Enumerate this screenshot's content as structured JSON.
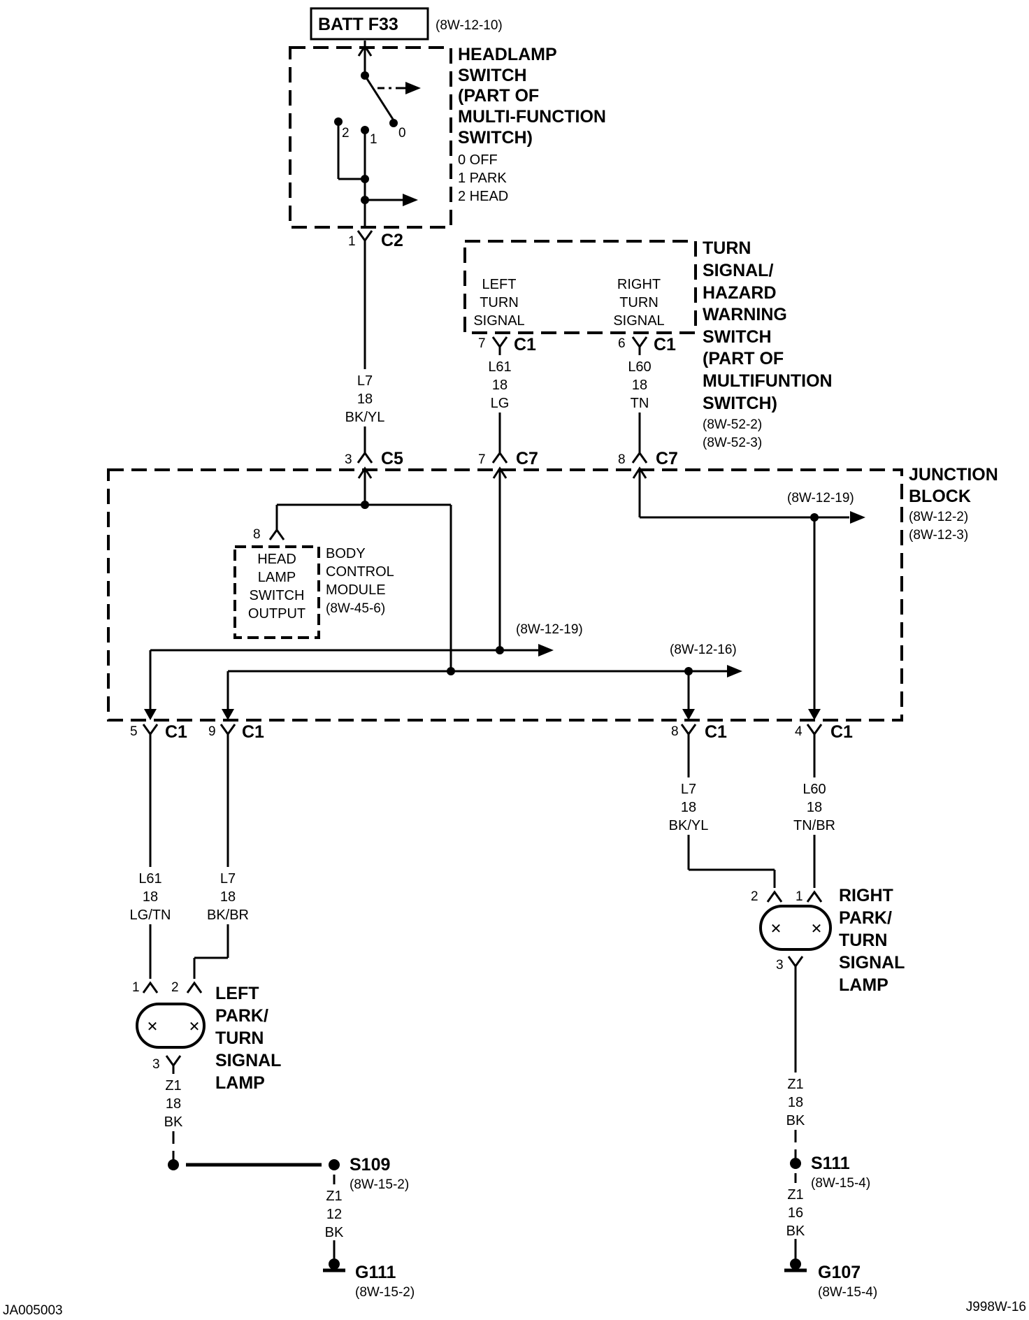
{
  "fuse": {
    "label": "BATT F33",
    "ref": "(8W-12-10)"
  },
  "headlamp_switch": {
    "title": [
      "HEADLAMP",
      "SWITCH",
      "(PART OF",
      "MULTI-FUNCTION",
      "SWITCH)"
    ],
    "positions": [
      "0 OFF",
      "1 PARK",
      "2 HEAD"
    ],
    "contact_labels": [
      "2",
      "1",
      "0"
    ],
    "connector": {
      "pin": "1",
      "name": "C2"
    }
  },
  "turn_switch": {
    "title": [
      "TURN",
      "SIGNAL/",
      "HAZARD",
      "WARNING",
      "SWITCH",
      "(PART OF",
      "MULTIFUNTION",
      "SWITCH)"
    ],
    "refs": [
      "(8W-52-2)",
      "(8W-52-3)"
    ],
    "left": {
      "label": [
        "LEFT",
        "TURN",
        "SIGNAL"
      ],
      "pin": "7",
      "conn": "C1"
    },
    "right": {
      "label": [
        "RIGHT",
        "TURN",
        "SIGNAL"
      ],
      "pin": "6",
      "conn": "C1"
    }
  },
  "wires": {
    "w_l7_top": [
      "L7",
      "18",
      "BK/YL"
    ],
    "w_l61_top": [
      "L61",
      "18",
      "LG"
    ],
    "w_l60_top": [
      "L60",
      "18",
      "TN"
    ],
    "w_l61_bottom": [
      "L61",
      "18",
      "LG/TN"
    ],
    "w_l7_bottom_left": [
      "L7",
      "18",
      "BK/BR"
    ],
    "w_l7_bottom_right": [
      "L7",
      "18",
      "BK/YL"
    ],
    "w_l60_bottom": [
      "L60",
      "18",
      "TN/BR"
    ],
    "w_z1_left": [
      "Z1",
      "18",
      "BK"
    ],
    "w_z1_left_ground": [
      "Z1",
      "12",
      "BK"
    ],
    "w_z1_right": [
      "Z1",
      "18",
      "BK"
    ],
    "w_z1_right_ground": [
      "Z1",
      "16",
      "BK"
    ]
  },
  "junction_block": {
    "title": [
      "JUNCTION",
      "BLOCK"
    ],
    "refs": [
      "(8W-12-2)",
      "(8W-12-3)"
    ],
    "top_connectors": [
      {
        "pin": "3",
        "name": "C5"
      },
      {
        "pin": "7",
        "name": "C7"
      },
      {
        "pin": "8",
        "name": "C7"
      }
    ],
    "bottom_connectors": [
      {
        "pin": "5",
        "name": "C1"
      },
      {
        "pin": "9",
        "name": "C1"
      },
      {
        "pin": "8",
        "name": "C1"
      },
      {
        "pin": "4",
        "name": "C1"
      }
    ],
    "refs_inside": [
      "(8W-12-19)",
      "(8W-12-19)",
      "(8W-12-16)"
    ]
  },
  "bcm": {
    "pin": "8",
    "inner": [
      "HEAD",
      "LAMP",
      "SWITCH",
      "OUTPUT"
    ],
    "label": [
      "BODY",
      "CONTROL",
      "MODULE",
      "(8W-45-6)"
    ]
  },
  "left_lamp": {
    "title": [
      "LEFT",
      "PARK/",
      "TURN",
      "SIGNAL",
      "LAMP"
    ],
    "pins": [
      "1",
      "2",
      "3"
    ]
  },
  "right_lamp": {
    "title": [
      "RIGHT",
      "PARK/",
      "TURN",
      "SIGNAL",
      "LAMP"
    ],
    "pins": [
      "2",
      "1",
      "3"
    ]
  },
  "splices": [
    {
      "name": "S109",
      "ref": "(8W-15-2)"
    },
    {
      "name": "S111",
      "ref": "(8W-15-4)"
    }
  ],
  "grounds": [
    {
      "name": "G111",
      "ref": "(8W-15-2)"
    },
    {
      "name": "G107",
      "ref": "(8W-15-4)"
    }
  ],
  "footer": {
    "left": "JA005003",
    "right": "J998W-16"
  }
}
